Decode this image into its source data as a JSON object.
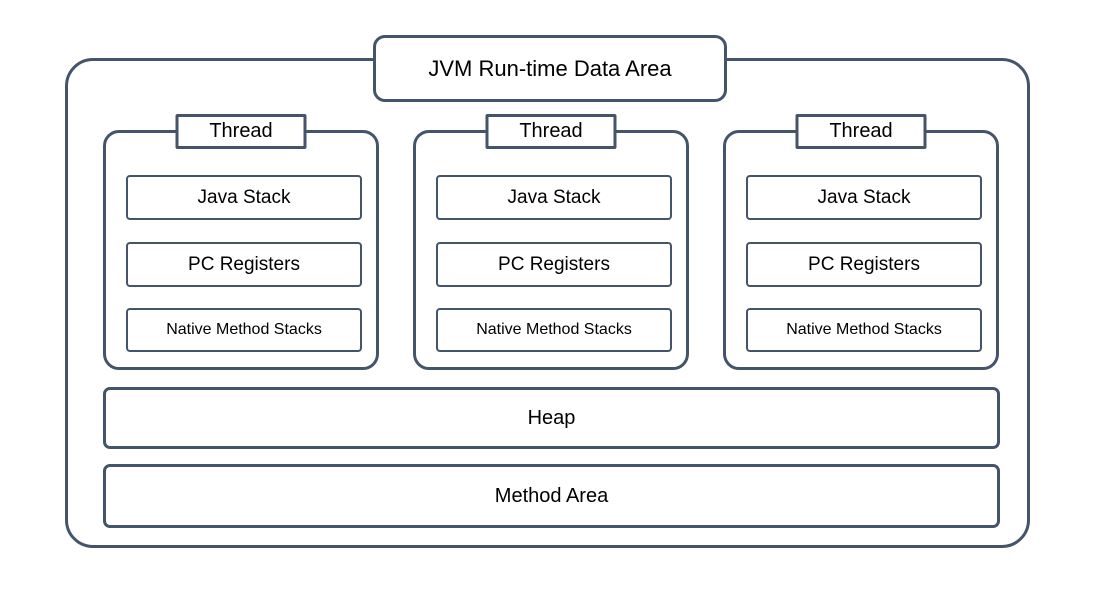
{
  "diagram": {
    "title": "JVM Run-time Data Area",
    "threads": [
      {
        "label": "Thread",
        "items": [
          "Java Stack",
          "PC Registers",
          "Native Method Stacks"
        ]
      },
      {
        "label": "Thread",
        "items": [
          "Java Stack",
          "PC Registers",
          "Native Method Stacks"
        ]
      },
      {
        "label": "Thread",
        "items": [
          "Java Stack",
          "PC Registers",
          "Native Method Stacks"
        ]
      }
    ],
    "heap_label": "Heap",
    "method_area_label": "Method Area",
    "colors": {
      "border": "#44546A",
      "background": "#FFFFFF",
      "text": "#000000"
    }
  }
}
